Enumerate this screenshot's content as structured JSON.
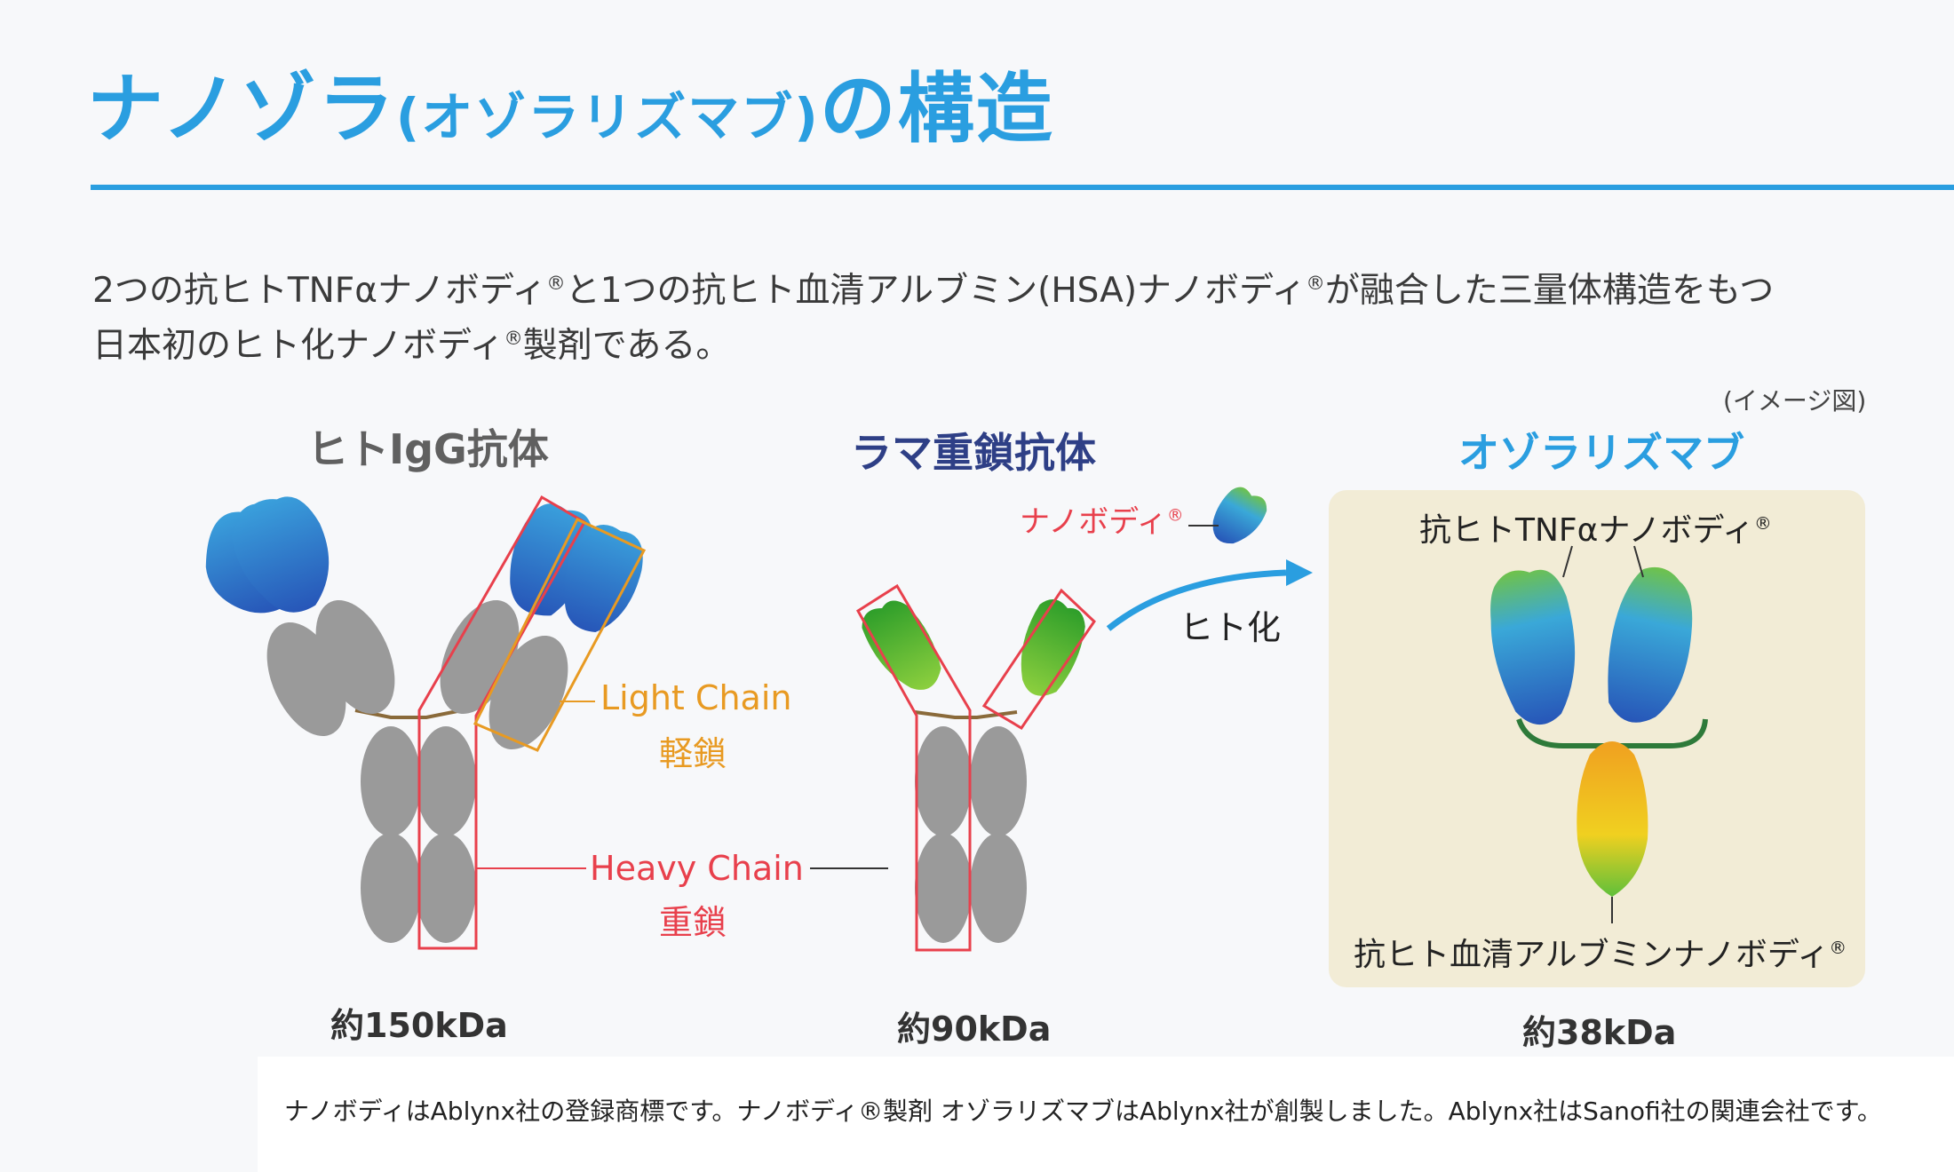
{
  "title": {
    "main": "ナノゾラ",
    "paren": "(オゾラリズマブ)",
    "suffix": "の構造"
  },
  "intro": {
    "line1_a": "2つの抗ヒトTNFαナノボディ",
    "line1_b": "と1つの抗ヒト血清アルブミン(HSA)ナノボディ",
    "line1_c": "が融合した三量体構造をもつ",
    "line2_a": "日本初のヒト化ナノボディ",
    "line2_b": "製剤である。",
    "registered": "®"
  },
  "image_note": "(イメージ図)",
  "sections": {
    "igg": {
      "title": "ヒトIgG抗体",
      "weight": "約150kDa"
    },
    "llama": {
      "title": "ラマ重鎖抗体",
      "weight": "約90kDa"
    },
    "ozoralizumab": {
      "title": "オゾラリズマブ",
      "weight": "約38kDa",
      "tnf_label": "抗ヒトTNFαナノボディ",
      "hsa_label": "抗ヒト血清アルブミンナノボディ"
    }
  },
  "chains": {
    "light_en": "Light Chain",
    "light_ja": "軽鎖",
    "heavy_en": "Heavy Chain",
    "heavy_ja": "重鎖"
  },
  "nanobody_label": "ナノボディ",
  "humanization": "ヒト化",
  "footnote": "ナノボディはAblynx社の登録商標です。ナノボディ®製剤 オゾラリズマブはAblynx社が創製しました。Ablynx社はSanofi社の関連会社です。",
  "colors": {
    "accent_blue": "#2a9ee0",
    "navy": "#2e3f86",
    "heavy_red": "#e8404c",
    "light_orange": "#e89a22",
    "domain_gray": "#9a9a9a",
    "nano_green": "#2e9e2a",
    "albumin_yellow": "#f0c020",
    "panel_beige": "#f2ecd6"
  }
}
